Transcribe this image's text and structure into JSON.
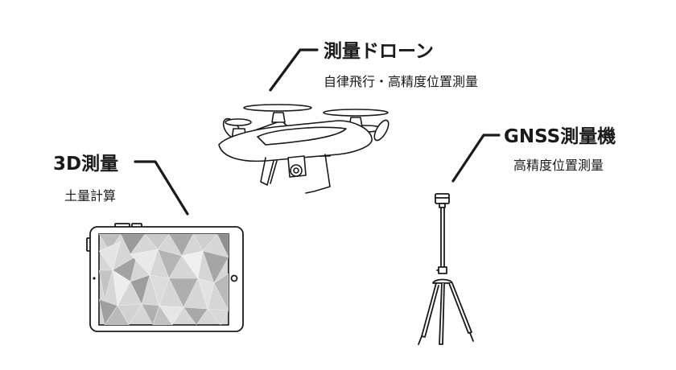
{
  "drone": {
    "title": "測量ドローン",
    "subtitle": "自律飛行・高精度位置測量"
  },
  "gnss": {
    "title": "GNSS測量機",
    "subtitle": "高精度位置測量"
  },
  "survey3d": {
    "title": "3D測量",
    "subtitle": "土量計算"
  },
  "colors": {
    "line": "#1a1a1a",
    "fill": "#ffffff"
  }
}
